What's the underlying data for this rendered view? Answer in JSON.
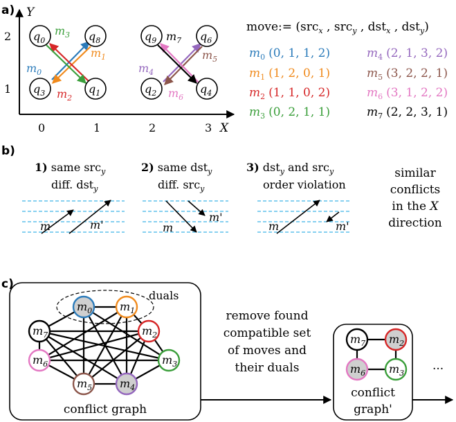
{
  "panels": {
    "a": "a)",
    "b": "b)",
    "c": "c)"
  },
  "grid": {
    "y_axis_label": "Y",
    "x_axis_label": "X",
    "x_ticks": [
      "0",
      "1",
      "2",
      "3"
    ],
    "y_ticks": [
      "2",
      "1"
    ]
  },
  "qubits": [
    {
      "base": "q",
      "sub": "0"
    },
    {
      "base": "q",
      "sub": "8"
    },
    {
      "base": "q",
      "sub": "3"
    },
    {
      "base": "q",
      "sub": "1"
    },
    {
      "base": "q",
      "sub": "9"
    },
    {
      "base": "q",
      "sub": "6"
    },
    {
      "base": "q",
      "sub": "2"
    },
    {
      "base": "q",
      "sub": "4"
    }
  ],
  "arrow_labels": [
    {
      "base": "m",
      "sub": "3",
      "color": "#3a9e3a"
    },
    {
      "base": "m",
      "sub": "1",
      "color": "#f08a1c"
    },
    {
      "base": "m",
      "sub": "0",
      "color": "#2b7bba"
    },
    {
      "base": "m",
      "sub": "2",
      "color": "#d62728"
    },
    {
      "base": "m",
      "sub": "7",
      "color": "#000000"
    },
    {
      "base": "m",
      "sub": "5",
      "color": "#8c564b"
    },
    {
      "base": "m",
      "sub": "4",
      "color": "#9467bd"
    },
    {
      "base": "m",
      "sub": "6",
      "color": "#e377c2"
    }
  ],
  "move_def": {
    "prefix": "move:= (",
    "src": "src",
    "dst": "dst",
    "sub_x": "x",
    "sub_y": "y",
    "sep": " , ",
    "suffix": ")"
  },
  "moves": [
    {
      "base": "m",
      "sub": "0",
      "tuple": "(0, 1, 1, 2)",
      "color": "#2b7bba"
    },
    {
      "base": "m",
      "sub": "1",
      "tuple": "(1, 2, 0, 1)",
      "color": "#f08a1c"
    },
    {
      "base": "m",
      "sub": "2",
      "tuple": "(1, 1, 0, 2)",
      "color": "#d62728"
    },
    {
      "base": "m",
      "sub": "3",
      "tuple": "(0, 2, 1, 1)",
      "color": "#3a9e3a"
    },
    {
      "base": "m",
      "sub": "4",
      "tuple": "(2, 1, 3, 2)",
      "color": "#9467bd"
    },
    {
      "base": "m",
      "sub": "5",
      "tuple": "(3, 2, 2, 1)",
      "color": "#8c564b"
    },
    {
      "base": "m",
      "sub": "6",
      "tuple": "(3, 1, 2, 2)",
      "color": "#e377c2"
    },
    {
      "base": "m",
      "sub": "7",
      "tuple": "(2, 2, 3, 1)",
      "color": "#000000"
    }
  ],
  "conflicts": [
    {
      "num": "1)",
      "line1": "same src",
      "line1_sub": "y",
      "line2": "diff. dst",
      "line2_sub": "y",
      "m": "m",
      "mp": "m'"
    },
    {
      "num": "2)",
      "line1": "same dst",
      "line1_sub": "y",
      "line2": "diff. src",
      "line2_sub": "y",
      "m": "m",
      "mp": "m'"
    },
    {
      "num": "3)",
      "line1a": "dst",
      "line1a_sub": "y",
      "line1b": " and src",
      "line1b_sub": "y",
      "line2": "order violation",
      "m": "m",
      "mp": "m'"
    }
  ],
  "similar": {
    "l1": "similar",
    "l2": "conflicts",
    "l3": "in the",
    "l4": "direction",
    "x": "X"
  },
  "conflict_graph": {
    "caption": "conflict graph",
    "duals_label": "duals",
    "nodes": [
      {
        "base": "m",
        "sub": "0",
        "color": "#2b7bba",
        "fill": "#cfcfcf"
      },
      {
        "base": "m",
        "sub": "1",
        "color": "#f08a1c",
        "fill": "#ffffff"
      },
      {
        "base": "m",
        "sub": "2",
        "color": "#d62728",
        "fill": "#ffffff"
      },
      {
        "base": "m",
        "sub": "3",
        "color": "#3a9e3a",
        "fill": "#ffffff"
      },
      {
        "base": "m",
        "sub": "4",
        "color": "#9467bd",
        "fill": "#cfcfcf"
      },
      {
        "base": "m",
        "sub": "5",
        "color": "#8c564b",
        "fill": "#ffffff"
      },
      {
        "base": "m",
        "sub": "6",
        "color": "#e377c2",
        "fill": "#ffffff"
      },
      {
        "base": "m",
        "sub": "7",
        "color": "#000000",
        "fill": "#ffffff"
      }
    ]
  },
  "remove_text": [
    "remove found",
    "compatible set",
    "of moves and",
    "their duals"
  ],
  "conflict_graph2": {
    "caption_l1": "conflict",
    "caption_l2": "graph'",
    "nodes": [
      {
        "base": "m",
        "sub": "7",
        "color": "#000000",
        "fill": "#ffffff"
      },
      {
        "base": "m",
        "sub": "2",
        "color": "#d62728",
        "fill": "#cfcfcf"
      },
      {
        "base": "m",
        "sub": "6",
        "color": "#e377c2",
        "fill": "#cfcfcf"
      },
      {
        "base": "m",
        "sub": "3",
        "color": "#3a9e3a",
        "fill": "#ffffff"
      }
    ]
  },
  "ellipsis": "..."
}
